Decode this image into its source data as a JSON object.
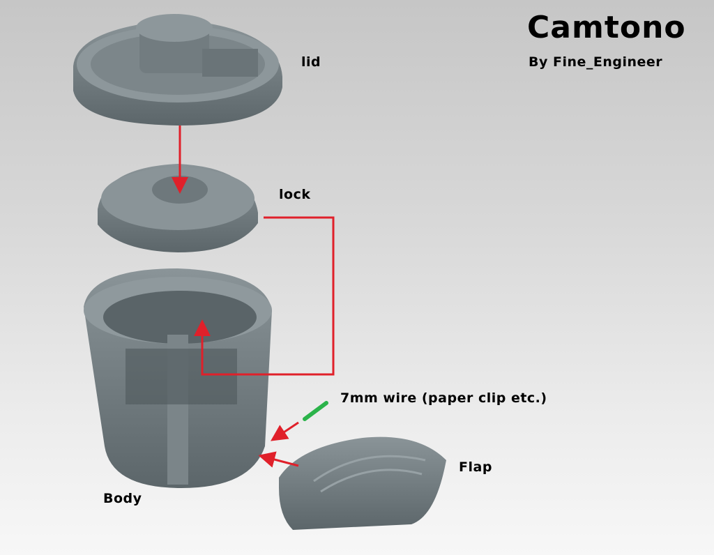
{
  "title": "Camtono",
  "byline": "By Fine_Engineer",
  "labels": {
    "lid": "lid",
    "lock": "lock",
    "wire": "7mm wire (paper clip etc.)",
    "flap": "Flap",
    "body": "Body"
  },
  "colors": {
    "part": "#6f7a7e",
    "arrow": "#e0202a",
    "wire": "#2bb34a"
  }
}
